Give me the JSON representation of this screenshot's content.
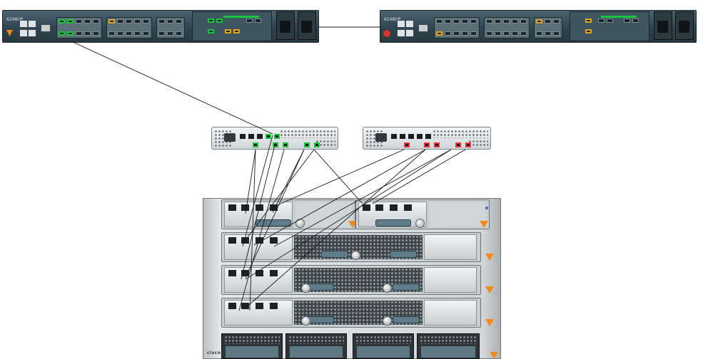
{
  "fabric_interconnect_a": {
    "model_label": "6248UP"
  },
  "fabric_interconnect_b": {
    "model_label": "6248UP"
  },
  "chassis": {
    "brand": "cisco"
  },
  "colors": {
    "link_active": "#19c53b",
    "link_down": "#e5313a",
    "warning": "#e1a51d",
    "alert_triangle": "#f08a1c",
    "cable": "#1a1a1a"
  },
  "icons": {
    "warning": "warning-triangle-icon",
    "error": "error-circle-icon",
    "info": "info-badge-icon"
  }
}
